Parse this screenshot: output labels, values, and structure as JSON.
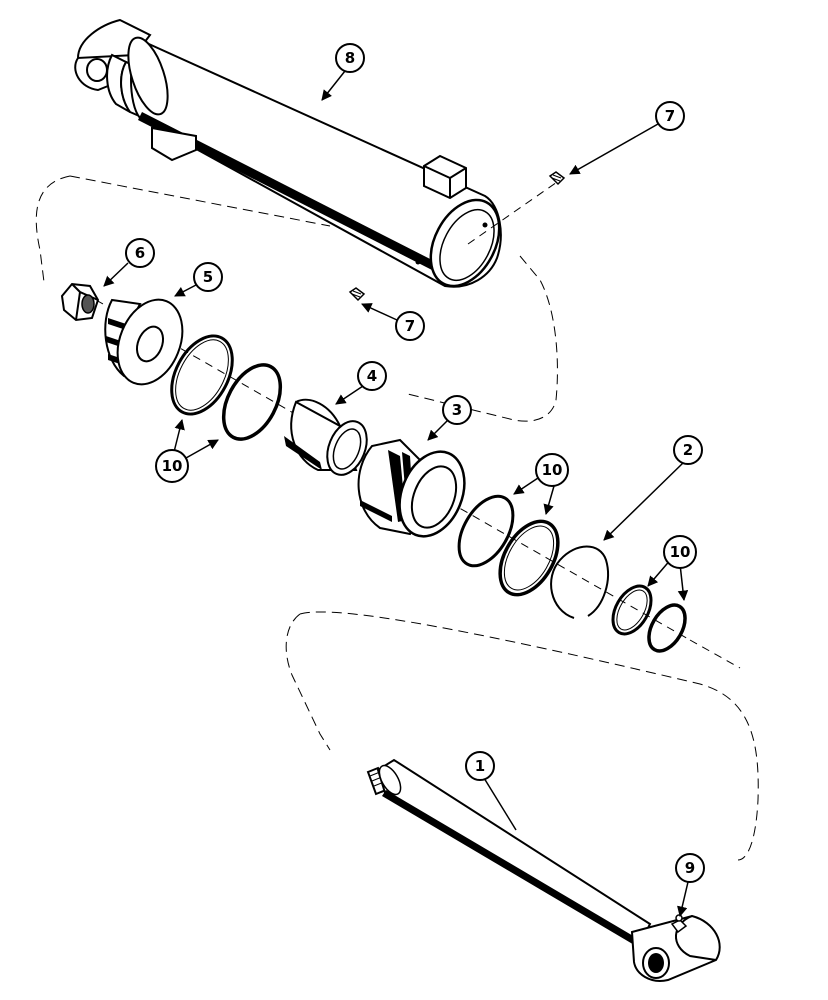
{
  "figure": {
    "callouts": [
      {
        "id": "c8",
        "label": "8"
      },
      {
        "id": "c7a",
        "label": "7"
      },
      {
        "id": "c7b",
        "label": "7"
      },
      {
        "id": "c6",
        "label": "6"
      },
      {
        "id": "c5",
        "label": "5"
      },
      {
        "id": "c4",
        "label": "4"
      },
      {
        "id": "c3",
        "label": "3"
      },
      {
        "id": "c10a",
        "label": "10"
      },
      {
        "id": "c10b",
        "label": "10"
      },
      {
        "id": "c10c",
        "label": "10"
      },
      {
        "id": "c2",
        "label": "2"
      },
      {
        "id": "c1",
        "label": "1"
      },
      {
        "id": "c9",
        "label": "9"
      }
    ]
  },
  "colors": {
    "ink": "#000000",
    "background": "#ffffff"
  },
  "parts": [
    {
      "id": "barrel",
      "icon": "cylinder-barrel-icon"
    },
    {
      "id": "setscrew",
      "icon": "set-screw-icon"
    },
    {
      "id": "nut",
      "icon": "hex-nut-icon"
    },
    {
      "id": "piston",
      "icon": "piston-icon"
    },
    {
      "id": "spacer",
      "icon": "spacer-tube-icon"
    },
    {
      "id": "head",
      "icon": "gland-head-icon"
    },
    {
      "id": "seal-ring",
      "icon": "seal-ring-icon"
    },
    {
      "id": "snap-ring",
      "icon": "snap-ring-icon"
    },
    {
      "id": "rod",
      "icon": "piston-rod-icon"
    },
    {
      "id": "grease-fitting",
      "icon": "grease-fitting-icon"
    }
  ]
}
